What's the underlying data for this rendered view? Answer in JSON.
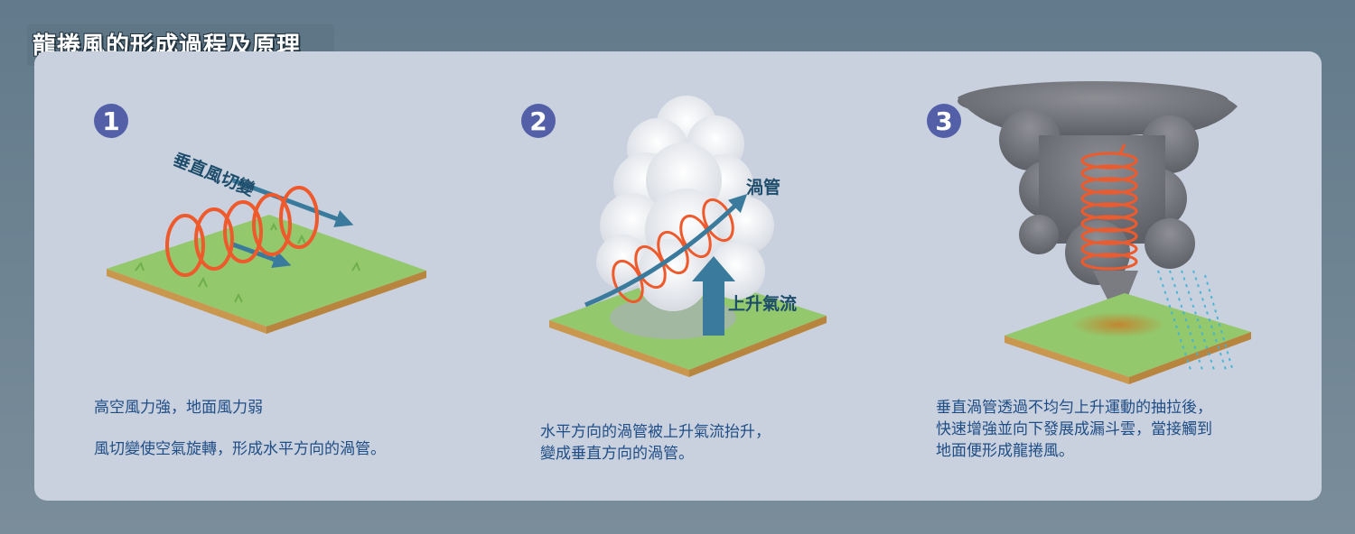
{
  "title": "龍捲風的形成過程及原理",
  "steps": [
    {
      "number": "1",
      "labels": {
        "shear": "垂直風切變"
      },
      "desc": [
        "高空風力強，地面風力弱",
        "風切變使空氣旋轉，形成水平方向的渦管。"
      ]
    },
    {
      "number": "2",
      "labels": {
        "vortex": "渦管",
        "updraft": "上升氣流"
      },
      "desc": [
        "水平方向的渦管被上升氣流抬升，",
        "變成垂直方向的渦管。"
      ]
    },
    {
      "number": "3",
      "labels": {},
      "desc": [
        "垂直渦管透過不均勻上升運動的抽拉後，",
        "快速增強並向下發展成漏斗雲，當接觸到",
        "地面便形成龍捲風。"
      ]
    }
  ],
  "colors": {
    "grass": "#93c86c",
    "soil": "#c9974d",
    "vortex": "#ef5a2c",
    "arrow": "#3a7a9c",
    "badge": "#5360a8",
    "panel": "#c9d0de"
  }
}
